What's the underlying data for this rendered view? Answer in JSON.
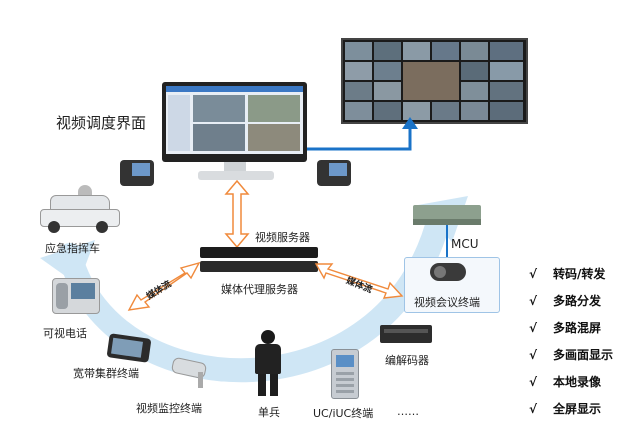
{
  "labels": {
    "dispatch_ui": "视频调度界面",
    "video_server": "视频服务器",
    "media_proxy": "媒体代理服务器",
    "media_stream_left": "媒体流",
    "media_stream_right": "媒体流",
    "mcu": "MCU",
    "video_conf": "视频会议终端",
    "codec": "编解码器",
    "uc_terminal": "UC/iUC终端",
    "ellipsis": "……",
    "soldier": "单兵",
    "surveillance": "视频监控终端",
    "broadband": "宽带集群终端",
    "video_phone": "可视电话",
    "emergency_vehicle": "应急指挥车"
  },
  "features": [
    {
      "check": "√",
      "text": "转码/转发"
    },
    {
      "check": "√",
      "text": "多路分发"
    },
    {
      "check": "√",
      "text": "多路混屏"
    },
    {
      "check": "√",
      "text": "多画面显示"
    },
    {
      "check": "√",
      "text": "本地录像"
    },
    {
      "check": "√",
      "text": "全屏显示"
    }
  ],
  "colors": {
    "arc": "#c9e3f3",
    "orange_arrow": "#f08a3c",
    "blue_arrow": "#1a73c8"
  }
}
